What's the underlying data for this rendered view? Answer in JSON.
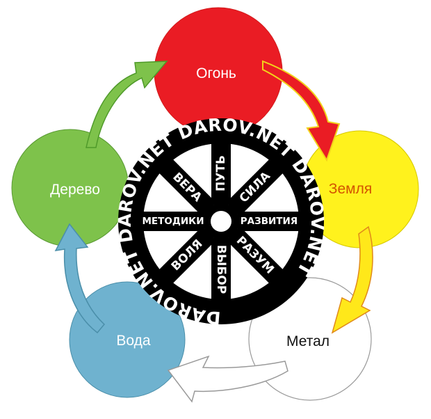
{
  "elements": {
    "fire": {
      "label": "Огонь",
      "fill": "#ea1c24",
      "text_color": "#ffffff"
    },
    "earth": {
      "label": "Земля",
      "fill": "#fff21d",
      "text_color": "#d35400"
    },
    "metal": {
      "label": "Метал",
      "fill": "#ffffff",
      "text_color": "#111111"
    },
    "water": {
      "label": "Вода",
      "fill": "#6fb2cf",
      "text_color": "#ffffff"
    },
    "wood": {
      "label": "Дерево",
      "fill": "#7ec24b",
      "text_color": "#ffffff"
    }
  },
  "wheel": {
    "ring_text": "DAROV.NET DAROV.NET DAROV.NET DAROV.NET",
    "spokes": {
      "top": "ПУТЬ",
      "top_right": "СИЛА",
      "right": "РАЗВИТИЯ",
      "bottom_right": "РАЗУМ",
      "bottom": "ВЫБОР",
      "bottom_left": "ВОЛЯ",
      "left": "МЕТОДИКИ",
      "top_left": "ВЕРА"
    },
    "color": "#000000"
  },
  "arrows": {
    "wood_to_fire": "#7ec24b",
    "fire_to_earth": "#ea1c24",
    "earth_to_metal": "#ffe81a",
    "metal_to_water": "#ffffff",
    "water_to_wood": "#6fb2cf"
  }
}
